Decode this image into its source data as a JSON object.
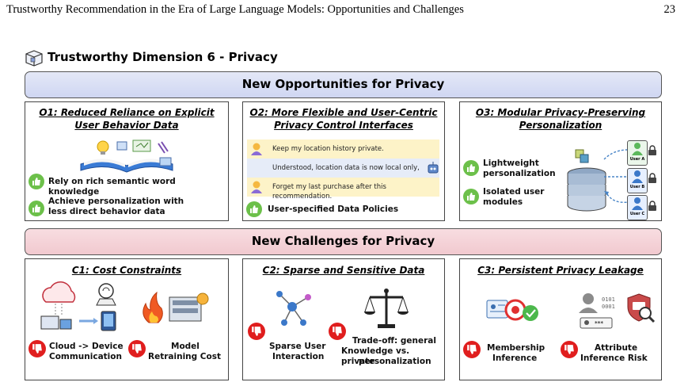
{
  "running_head": {
    "title": "Trustworthy Recommendation in the Era of Large Language Models: Opportunities and Challenges",
    "page_number": "23"
  },
  "dimension_title": "Trustworthy Dimension 6 - Privacy",
  "opportunities": {
    "banner": "New Opportunities for Privacy",
    "o1": {
      "title_line1": "O1: Reduced Reliance on Explicit",
      "title_line2": "User Behavior Data",
      "point1": "Rely on rich semantic word knowledge",
      "point2_line1": "Achieve personalization with",
      "point2_line2": "less direct behavior data"
    },
    "o2": {
      "title_line1": "O2: More Flexible and User-Centric",
      "title_line2": "Privacy Control Interfaces",
      "chat1": "Keep my location history private.",
      "chat2": "Understood, location data is now local only,",
      "chat3": "Forget my last purchase after this recommendation.",
      "point1": "User-specified Data Policies"
    },
    "o3": {
      "title_line1": "O3: Modular Privacy-Preserving",
      "title_line2": "Personalization",
      "point1_line1": "Lightweight",
      "point1_line2": "personalization",
      "point2_line1": "Isolated user",
      "point2_line2": "modules",
      "user_a": "User A",
      "user_b": "User B",
      "user_c": "User C"
    }
  },
  "challenges": {
    "banner": "New Challenges for Privacy",
    "c1": {
      "title": "C1: Cost Constraints",
      "point1_line1": "Cloud -> Device",
      "point1_line2": "Communication",
      "point2_line1": "Model",
      "point2_line2": "Retraining Cost"
    },
    "c2": {
      "title": "C2: Sparse and Sensitive Data",
      "point1_line1": "Sparse User",
      "point1_line2": "Interaction",
      "point2_line1": "Trade-off: general",
      "point2_line2": "Knowledge vs. private",
      "point2_line3": "personalization"
    },
    "c3": {
      "title": "C3: Persistent Privacy Leakage",
      "point1_line1": "Membership",
      "point1_line2": "Inference",
      "point2_line1": "Attribute",
      "point2_line2": "Inference Risk",
      "binary1": "0101",
      "binary2": "0001",
      "stars": "***"
    }
  },
  "colors": {
    "opportunity_banner": "#d6dcf4",
    "challenge_banner": "#f4d0d5",
    "thumb_up": "#6cc04a",
    "thumb_down": "#e01e1e",
    "chat_user": "#fdf3c8",
    "chat_bot": "#e6ecf8"
  }
}
